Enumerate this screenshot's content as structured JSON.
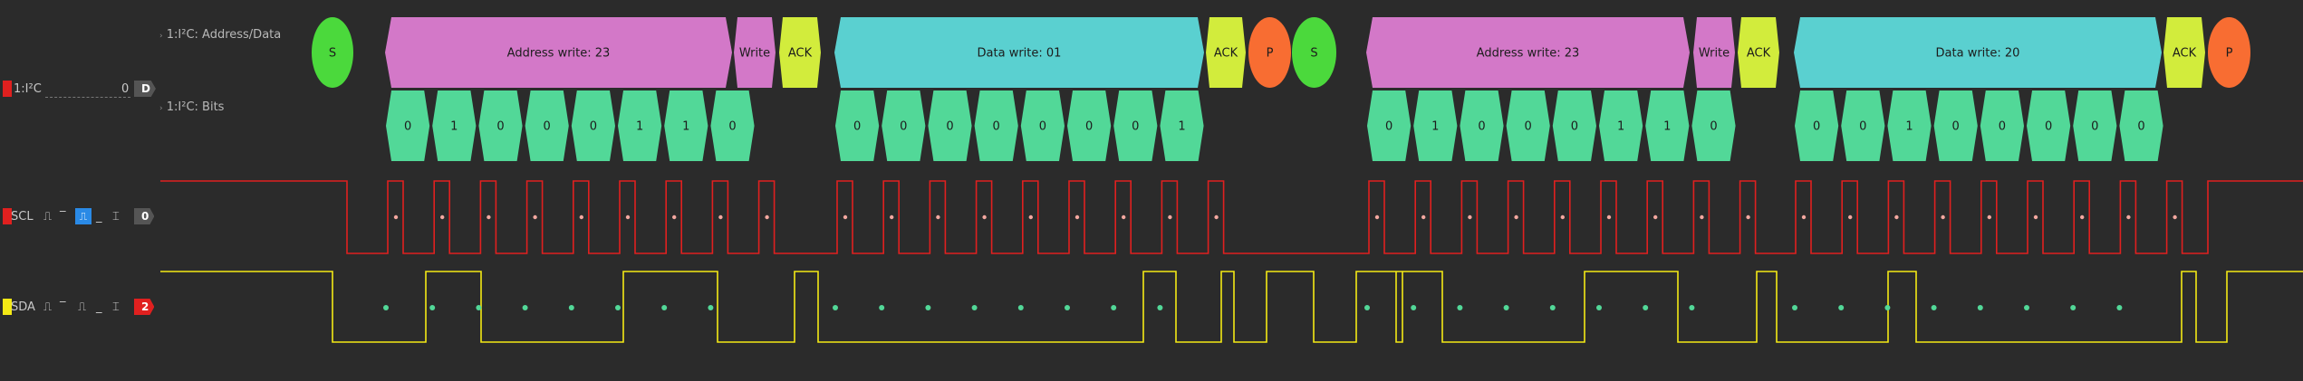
{
  "annotation_rows": {
    "address_data_label": "1:I²C: Address/Data",
    "bits_label": "1:I²C: Bits"
  },
  "channels": {
    "decoder": {
      "name": "1:I²C",
      "value": "0",
      "badge": "D",
      "color": "#e0201f"
    },
    "scl": {
      "name": "SCL",
      "badge": "0",
      "color": "#e0201f"
    },
    "sda": {
      "name": "SDA",
      "badge": "2",
      "color": "#f4e915"
    }
  },
  "annotations": [
    {
      "kind": "start",
      "text": "S"
    },
    {
      "kind": "address",
      "text": "Address write: 23"
    },
    {
      "kind": "rw",
      "text": "Write"
    },
    {
      "kind": "ack",
      "text": "ACK"
    },
    {
      "kind": "data",
      "text": "Data write: 01"
    },
    {
      "kind": "ack",
      "text": "ACK"
    },
    {
      "kind": "stop",
      "text": "P"
    },
    {
      "kind": "start",
      "text": "S"
    },
    {
      "kind": "address",
      "text": "Address write: 23"
    },
    {
      "kind": "rw",
      "text": "Write"
    },
    {
      "kind": "ack",
      "text": "ACK"
    },
    {
      "kind": "data",
      "text": "Data write: 20"
    },
    {
      "kind": "ack",
      "text": "ACK"
    },
    {
      "kind": "stop",
      "text": "P"
    }
  ],
  "bits": [
    [
      "0",
      "1",
      "0",
      "0",
      "0",
      "1",
      "1",
      "0"
    ],
    [
      "0",
      "0",
      "0",
      "0",
      "0",
      "0",
      "0",
      "1"
    ],
    [
      "0",
      "1",
      "0",
      "0",
      "0",
      "1",
      "1",
      "0"
    ],
    [
      "0",
      "0",
      "1",
      "0",
      "0",
      "0",
      "0",
      "0"
    ]
  ],
  "colors": {
    "background": "#2b2b2b",
    "start": "#4bd93c",
    "stop": "#f86d32",
    "address": "#d378c8",
    "rw": "#d378c8",
    "ack": "#d2ec3c",
    "data": "#5ad0d0",
    "bit": "#52d898",
    "scl_trace": "#e0201f",
    "sda_trace": "#f4e915"
  }
}
